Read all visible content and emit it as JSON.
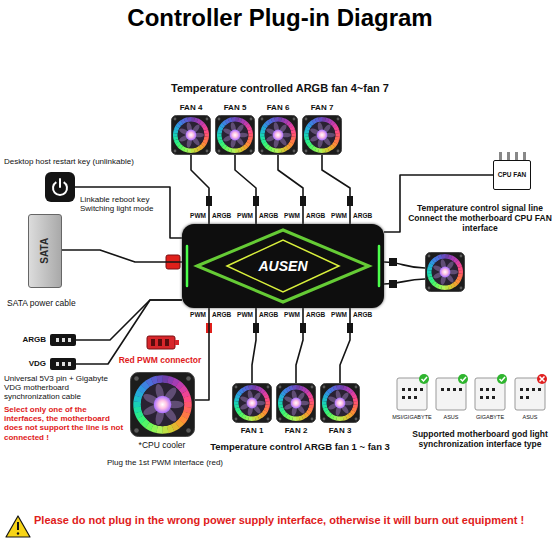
{
  "diagram": {
    "title": "Controller Plug-in Diagram",
    "nodes": [
      {
        "text": [
          "FAN 4"
        ]
      },
      {
        "text": [
          "FAN 5"
        ]
      },
      {
        "text": [
          "FAN 6"
        ]
      },
      {
        "text": [
          "FAN 7"
        ]
      },
      {
        "text": [
          "Desktop host restart key (unlinkable)"
        ]
      },
      {
        "text": [
          "CPU FAN"
        ]
      },
      {
        "text": [
          "AUSEN"
        ]
      },
      {
        "text": [
          "SATA",
          "SATA power cable"
        ]
      },
      {
        "text": [
          "ARGB"
        ]
      },
      {
        "text": [
          "VDG"
        ]
      },
      {
        "text": [
          "*CPU cooler"
        ]
      },
      {
        "text": [
          "FAN 1"
        ]
      },
      {
        "text": [
          "FAN 2"
        ]
      },
      {
        "text": [
          "FAN 3"
        ]
      }
    ],
    "edges": [
      {
        "from": 0,
        "to": 6,
        "arrow": "none"
      },
      {
        "from": 1,
        "to": 6,
        "arrow": "none"
      },
      {
        "from": 2,
        "to": 6,
        "arrow": "none"
      },
      {
        "from": 3,
        "to": 6,
        "arrow": "none"
      },
      {
        "from": 4,
        "to": 6,
        "arrow": "none"
      },
      {
        "from": 6,
        "to": 5,
        "arrow": "none"
      },
      {
        "from": 7,
        "to": 6,
        "arrow": "none"
      },
      {
        "from": 8,
        "to": 6,
        "arrow": "none"
      },
      {
        "from": 9,
        "to": 6,
        "arrow": "none"
      },
      {
        "from": 10,
        "to": 6,
        "arrow": "none"
      },
      {
        "from": 11,
        "to": 6,
        "arrow": "none"
      },
      {
        "from": 12,
        "to": 6,
        "arrow": "none"
      },
      {
        "from": 13,
        "to": 6,
        "arrow": "none"
      }
    ],
    "labels": [
      "Temperature controlled ARGB fan 4~fan 7",
      "Linkable reboot key Switching light mode",
      "Temperature control signal line Connect the motherboard CPU FAN interface",
      "PWM",
      "ARGB",
      "PWM",
      "ARGB",
      "PWM",
      "ARGB",
      "PWM",
      "ARGB",
      "PWM",
      "ARGB",
      "PWM",
      "ARGB",
      "PWM",
      "ARGB",
      "PWM",
      "ARGB",
      "Red PWM connector",
      "Universal 5V3 pin + Gigabyte VDG motherboard synchronization cable",
      "Select only one of the interfaces, the motherboard does not support the line is not connected !",
      "Plug the 1st PWM interface (red)",
      "Temperature control ARGB fan 1 ~ fan 3",
      "Supported motherboard god light synchronization interface type",
      "MSI/GIGABYTE",
      "ASUS",
      "GIGABYTE",
      "ASUS",
      "Please do not plug in the wrong power supply interface, otherwise it will burn out equipment !"
    ]
  }
}
